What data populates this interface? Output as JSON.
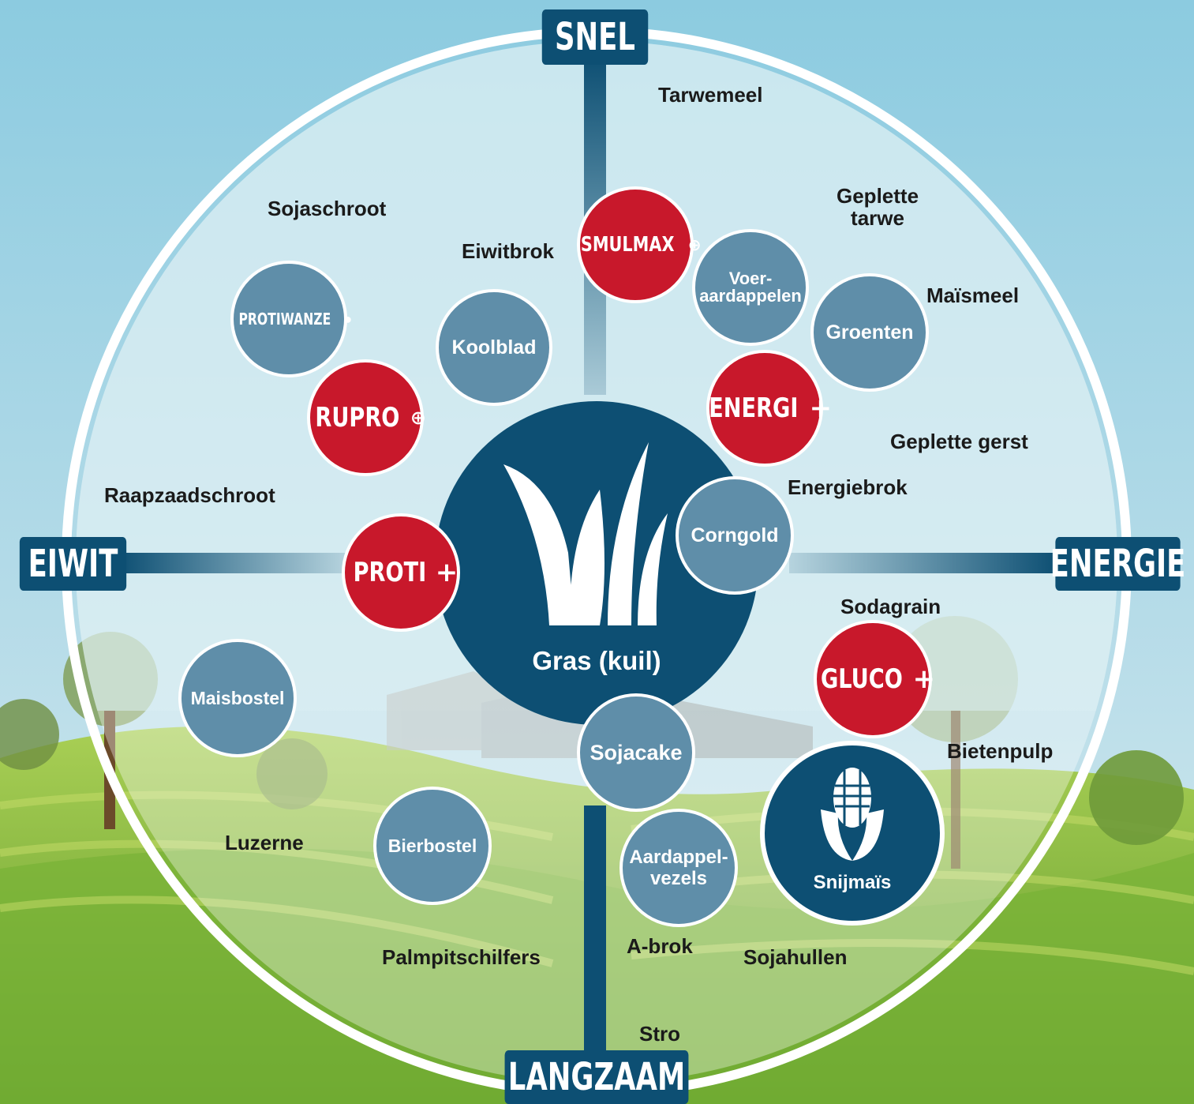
{
  "axes": {
    "top": "SNEL",
    "bottom": "LANGZAAM",
    "left": "EIWIT",
    "right": "ENERGIE"
  },
  "center": {
    "label": "Gras (kuil)",
    "icon": "grass-icon"
  },
  "snijmais": {
    "label": "Snijmaïs",
    "icon": "corn-icon"
  },
  "products": {
    "smulmax": "SMULMAX",
    "rupro": "RUPRO",
    "energi": "ENERGI",
    "proti": "PROTI",
    "gluco": "GLUCO",
    "protiwanze": "PROTIWANZE"
  },
  "blue_nodes": {
    "koolblad": "Koolblad",
    "voer_1": "Voer-",
    "voer_2": "aardappelen",
    "groenten": "Groenten",
    "corngold": "Corngold",
    "maisbostel": "Maisbostel",
    "sojacake": "Sojacake",
    "bierbostel": "Bierbostel",
    "aardappel_1": "Aardappel-",
    "aardappel_2": "vezels"
  },
  "labels": {
    "tarwemeel": "Tarwemeel",
    "sojaschroot": "Sojaschroot",
    "eiwitbrok": "Eiwitbrok",
    "geplette_tarwe_1": "Geplette",
    "geplette_tarwe_2": "tarwe",
    "maismeel": "Maïsmeel",
    "geplette_gerst": "Geplette gerst",
    "raapzaadschroot": "Raapzaadschroot",
    "energiebrok": "Energiebrok",
    "sodagrain": "Sodagrain",
    "bietenpulp": "Bietenpulp",
    "luzerne": "Luzerne",
    "palmpitschilfers": "Palmpitschilfers",
    "a_brok": "A-brok",
    "sojahullen": "Sojahullen",
    "stro": "Stro"
  },
  "colors": {
    "navy": "#0d4f73",
    "steel_blue": "#5f8ea9",
    "red": "#c8182b",
    "sky": "#9fd0e4",
    "grass": "#8cbf3a"
  }
}
